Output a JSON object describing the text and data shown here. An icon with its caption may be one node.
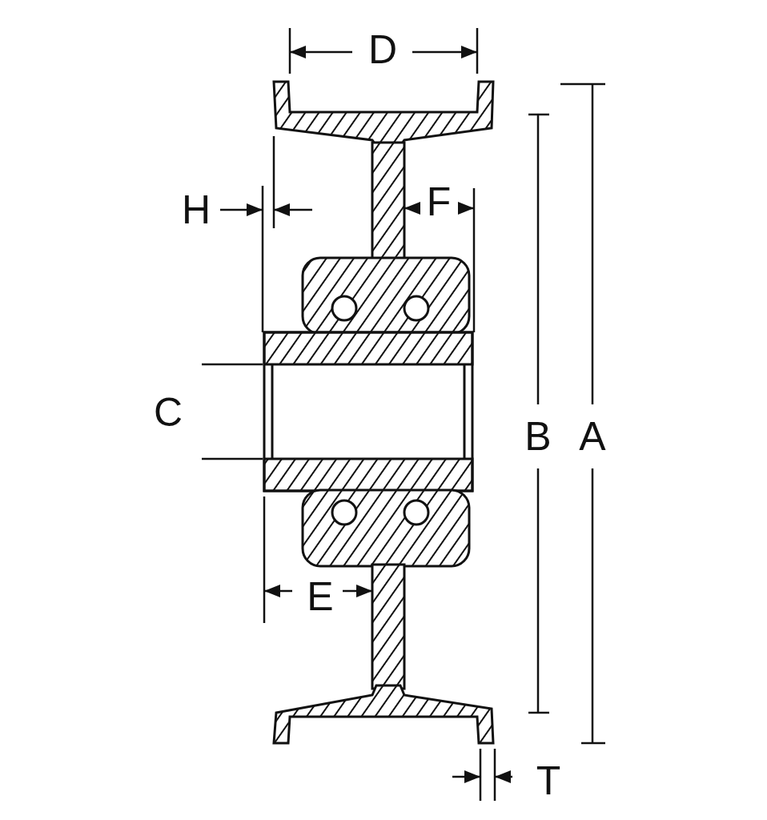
{
  "diagram": {
    "labels": [
      "D",
      "H",
      "F",
      "C",
      "B",
      "A",
      "E",
      "T"
    ]
  }
}
